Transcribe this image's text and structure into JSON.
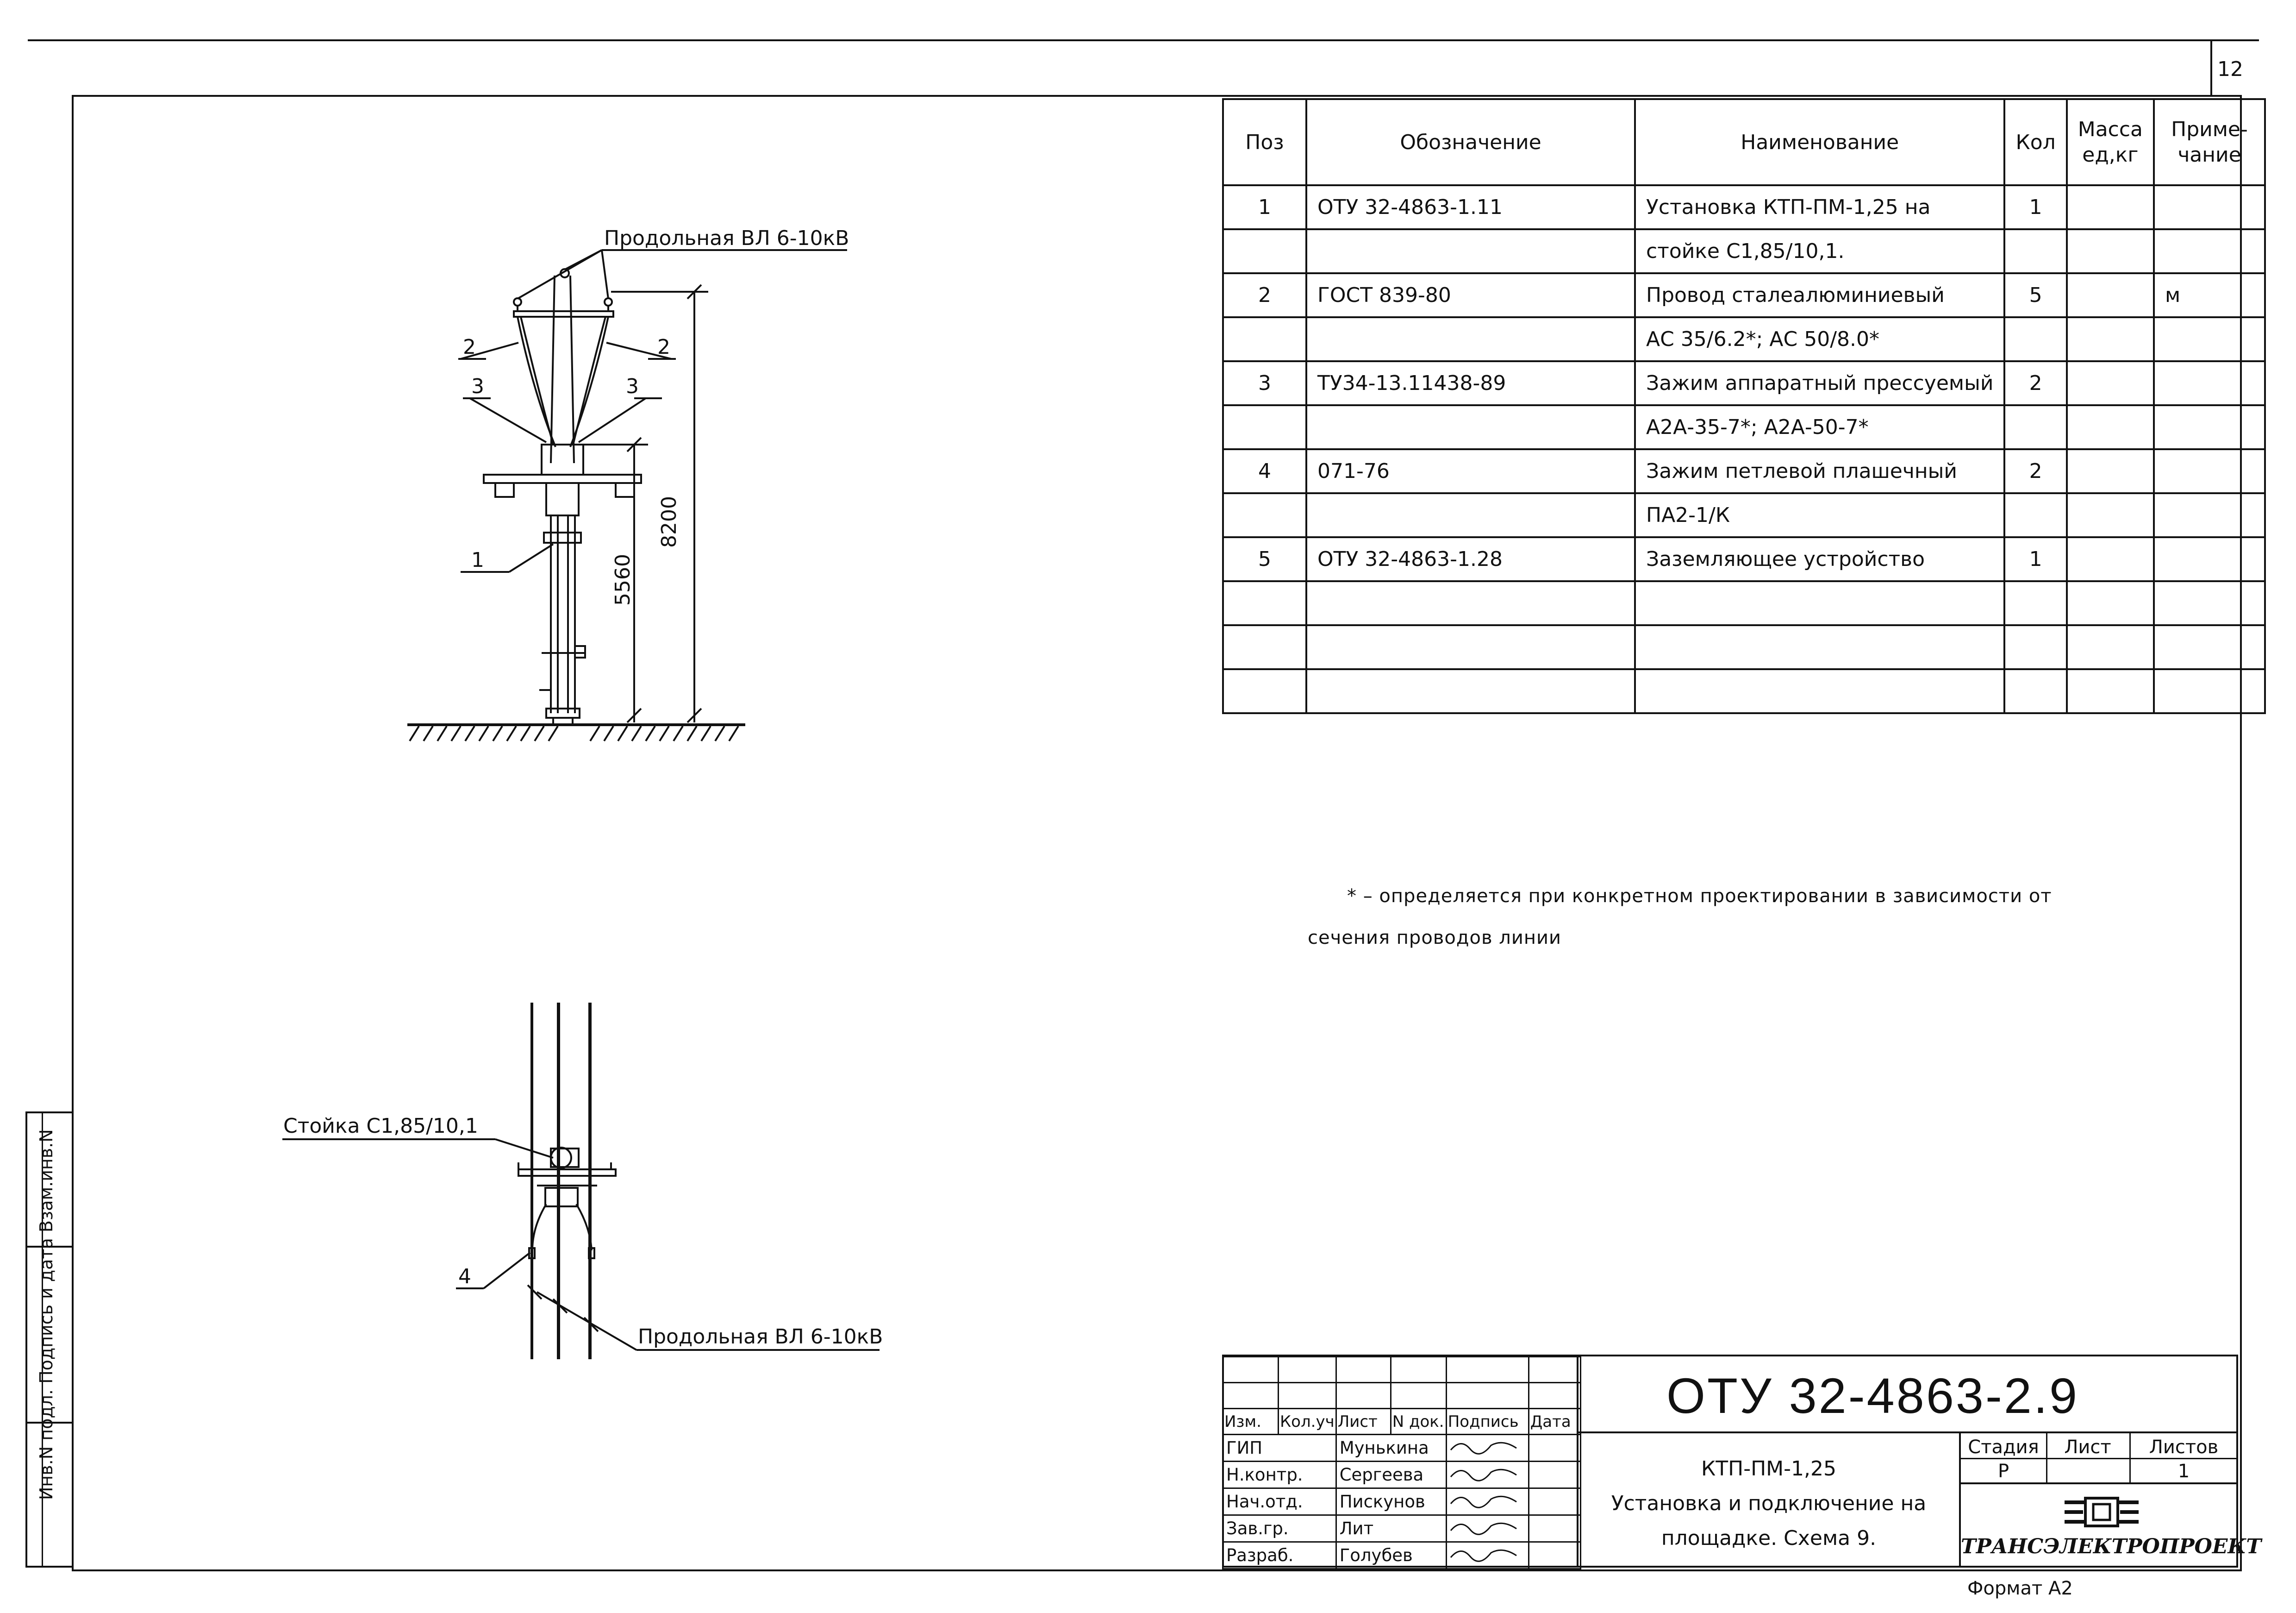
{
  "sheet": {
    "number": "12",
    "format": "Формат А2"
  },
  "drawing": {
    "top_view": {
      "wire_label": "Продольная ВЛ 6-10кВ",
      "dim_total": "8200",
      "dim_lower": "5560",
      "callout_1": "1",
      "callout_2_left": "2",
      "callout_2_right": "2",
      "callout_3_left": "3",
      "callout_3_right": "3"
    },
    "bottom_view": {
      "pole_label": "Стойка С1,85/10,1",
      "wire_label": "Продольная ВЛ 6-10кВ",
      "callout_4": "4"
    }
  },
  "spec_table": {
    "headers": {
      "pos": "Поз",
      "designation": "Обозначение",
      "name": "Наименование",
      "qty": "Кол",
      "mass": "Масса ед,кг",
      "note": "Приме-чание"
    },
    "rows": [
      {
        "pos": "1",
        "designation": "ОТУ 32-4863-1.11",
        "name": "Установка КТП-ПМ-1,25 на",
        "qty": "1",
        "mass": "",
        "note": ""
      },
      {
        "pos": "",
        "designation": "",
        "name": "стойке С1,85/10,1.",
        "qty": "",
        "mass": "",
        "note": ""
      },
      {
        "pos": "2",
        "designation": "ГОСТ 839-80",
        "name": "Провод сталеалюминиевый",
        "qty": "5",
        "mass": "",
        "note": "м"
      },
      {
        "pos": "",
        "designation": "",
        "name": "АС 35/6.2*; АС 50/8.0*",
        "qty": "",
        "mass": "",
        "note": ""
      },
      {
        "pos": "3",
        "designation": "ТУ34-13.11438-89",
        "name": "Зажим аппаратный прессуемый",
        "qty": "2",
        "mass": "",
        "note": ""
      },
      {
        "pos": "",
        "designation": "",
        "name": "А2А-35-7*; А2А-50-7*",
        "qty": "",
        "mass": "",
        "note": ""
      },
      {
        "pos": "4",
        "designation": "071-76",
        "name": "Зажим петлевой плашечный",
        "qty": "2",
        "mass": "",
        "note": ""
      },
      {
        "pos": "",
        "designation": "",
        "name": "ПА2-1/К",
        "qty": "",
        "mass": "",
        "note": ""
      },
      {
        "pos": "5",
        "designation": "ОТУ 32-4863-1.28",
        "name": "Заземляющее устройство",
        "qty": "1",
        "mass": "",
        "note": ""
      },
      {
        "pos": "",
        "designation": "",
        "name": "",
        "qty": "",
        "mass": "",
        "note": ""
      },
      {
        "pos": "",
        "designation": "",
        "name": "",
        "qty": "",
        "mass": "",
        "note": ""
      },
      {
        "pos": "",
        "designation": "",
        "name": "",
        "qty": "",
        "mass": "",
        "note": ""
      }
    ]
  },
  "footnote": {
    "line1": "* – определяется при конкретном проектировании в зависимости от",
    "line2": "сечения проводов линии"
  },
  "title_block": {
    "code": "ОТУ 32-4863-2.9",
    "title_line1": "КТП-ПМ-1,25",
    "title_line2": "Установка и подключение на",
    "title_line3": "площадке. Схема 9.",
    "stage_label": "Стадия",
    "sheet_label": "Лист",
    "sheets_label": "Листов",
    "stage": "Р",
    "sheet": "",
    "sheets": "1",
    "company": "ТРАНСЭЛЕКТРОПРОЕКТ",
    "rev_headers": [
      "Изм.",
      "Кол.уч",
      "Лист",
      "N док.",
      "Подпись",
      "Дата"
    ],
    "people": [
      {
        "role": "ГИП",
        "name": "Мунькина"
      },
      {
        "role": "Н.контр.",
        "name": "Сергеева"
      },
      {
        "role": "Нач.отд.",
        "name": "Пискунов"
      },
      {
        "role": "Зав.гр.",
        "name": "Лит"
      },
      {
        "role": "Разраб.",
        "name": "Голубев"
      }
    ]
  },
  "left_strip": {
    "text": "Инв.N подл. Подпись и дата Взам.инв.N"
  }
}
